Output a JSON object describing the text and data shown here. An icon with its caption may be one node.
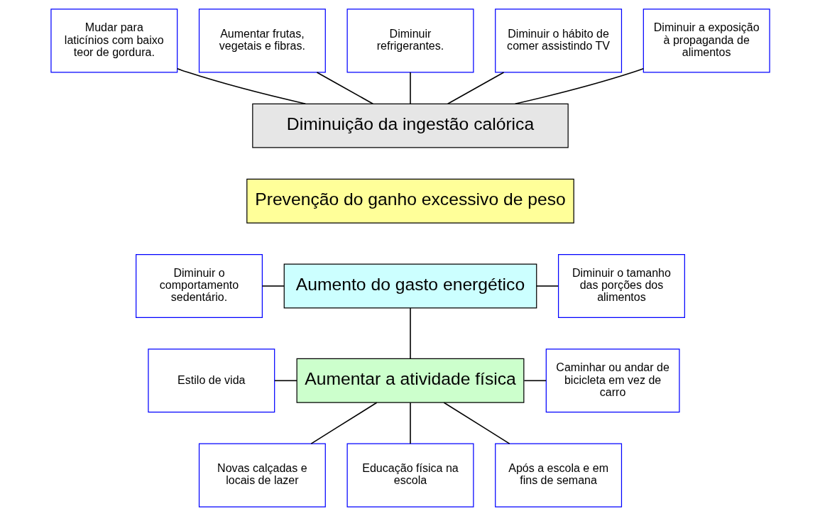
{
  "diagram": {
    "nodes": [
      {
        "text": [
          "Mudar para laticínios com baixo teor de gordura."
        ]
      },
      {
        "text": [
          "Aumentar frutas, vegetais e fibras."
        ]
      },
      {
        "text": [
          "Diminuir refrigerantes."
        ]
      },
      {
        "text": [
          "Diminuir o hábito de comer assistindo TV"
        ]
      },
      {
        "text": [
          "Diminuir a exposição à propaganda de alimentos"
        ]
      },
      {
        "text": [
          "Diminuição da ingestão calórica"
        ]
      },
      {
        "text": [
          "Prevenção do ganho excessivo de peso"
        ]
      },
      {
        "text": [
          "Diminuir o tamanho das porções dos alimentos"
        ]
      },
      {
        "text": [
          "Aumento do gasto energético"
        ]
      },
      {
        "text": [
          "Diminuir o comportamento sedentário."
        ]
      },
      {
        "text": [
          "Aumentar a atividade física"
        ]
      },
      {
        "text": [
          "Caminhar ou andar de bicicleta em vez de carro"
        ]
      },
      {
        "text": [
          "Estilo de vida"
        ]
      },
      {
        "text": [
          "Novas calçadas e locais de lazer"
        ]
      },
      {
        "text": [
          "Educação física na escola"
        ]
      },
      {
        "text": [
          "Após a escola e em fins de semana"
        ]
      }
    ],
    "edges": [
      {
        "from": 0,
        "to": 5,
        "arrow": "none"
      },
      {
        "from": 1,
        "to": 5,
        "arrow": "none"
      },
      {
        "from": 2,
        "to": 5,
        "arrow": "none"
      },
      {
        "from": 3,
        "to": 5,
        "arrow": "none"
      },
      {
        "from": 4,
        "to": 5,
        "arrow": "none"
      },
      {
        "from": 9,
        "to": 8,
        "arrow": "none"
      },
      {
        "from": 8,
        "to": 7,
        "arrow": "none"
      },
      {
        "from": 8,
        "to": 10,
        "arrow": "none"
      },
      {
        "from": 12,
        "to": 10,
        "arrow": "none"
      },
      {
        "from": 10,
        "to": 11,
        "arrow": "none"
      },
      {
        "from": 10,
        "to": 14,
        "arrow": "none"
      },
      {
        "from": 10,
        "to": 15,
        "arrow": "none"
      },
      {
        "from": 10,
        "to": 13,
        "arrow": "none"
      }
    ]
  }
}
